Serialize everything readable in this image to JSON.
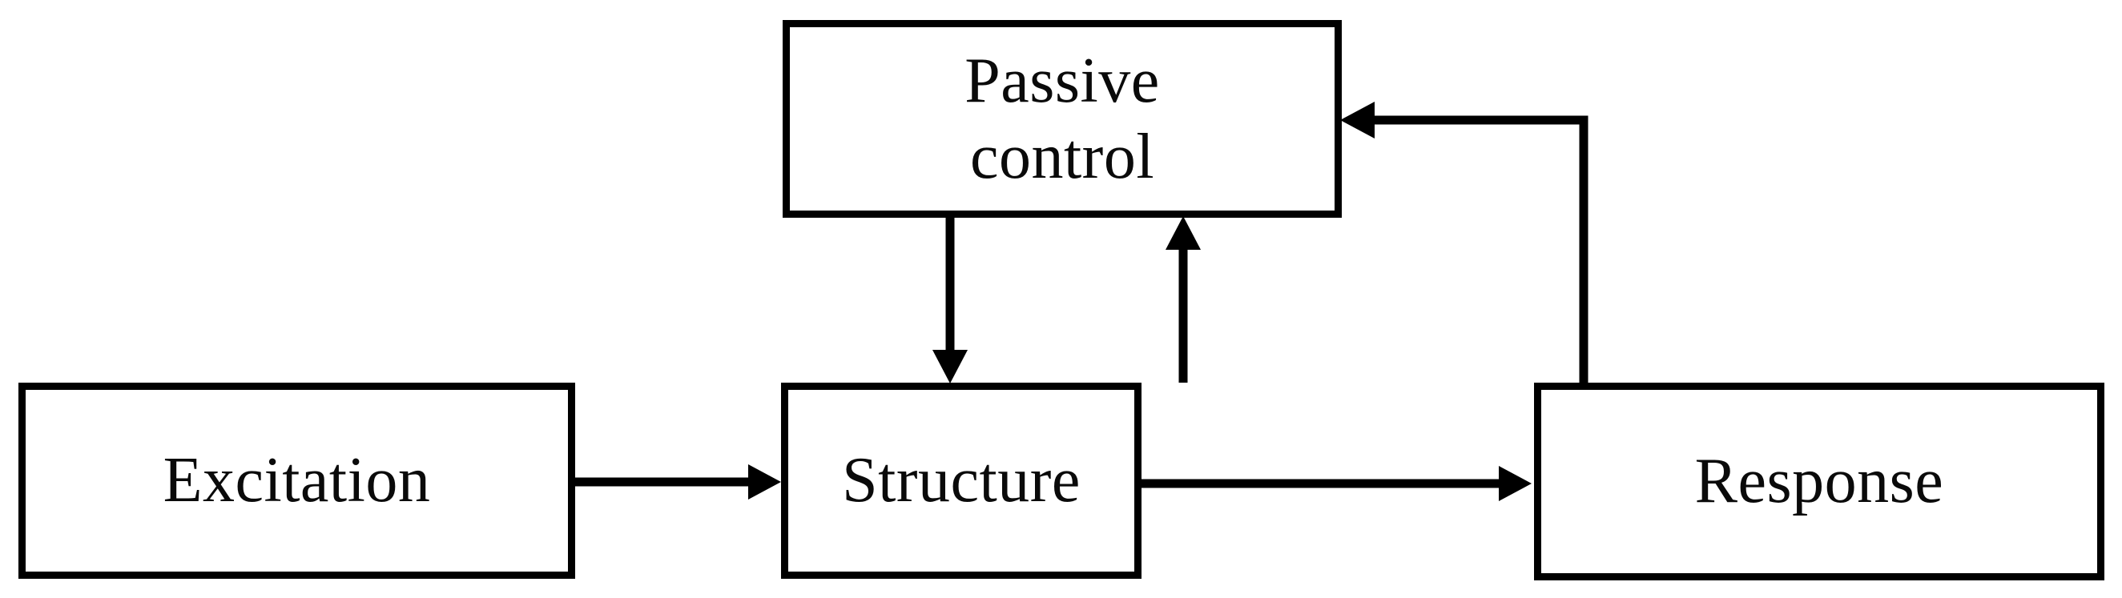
{
  "diagram": {
    "title": "Passive control block diagram",
    "background_color": "#ffffff",
    "line_color": "#000000",
    "text_color": "#0a0a0a",
    "nodes": [
      {
        "id": "excitation",
        "label": "Excitation",
        "shape": "rectangle"
      },
      {
        "id": "structure",
        "label": "Structure",
        "shape": "rectangle"
      },
      {
        "id": "passive_control",
        "label": "Passive\ncontrol",
        "shape": "rectangle"
      },
      {
        "id": "response",
        "label": "Response",
        "shape": "rectangle"
      }
    ],
    "edges": [
      {
        "id": "excitation-to-structure",
        "from": "excitation",
        "to": "structure",
        "style": "solid",
        "arrow": "single",
        "direction": "right"
      },
      {
        "id": "structure-to-response",
        "from": "structure",
        "to": "response",
        "style": "solid",
        "arrow": "single",
        "direction": "right"
      },
      {
        "id": "passive-control-to-structure",
        "from": "passive_control",
        "to": "structure",
        "style": "solid",
        "arrow": "single",
        "direction": "down"
      },
      {
        "id": "structure-to-passive-control",
        "from": "structure",
        "to": "passive_control",
        "style": "solid",
        "arrow": "single",
        "direction": "up"
      },
      {
        "id": "response-to-passive-control",
        "from": "response",
        "to": "passive_control",
        "style": "solid",
        "arrow": "single",
        "direction": "feedback-left"
      }
    ]
  }
}
